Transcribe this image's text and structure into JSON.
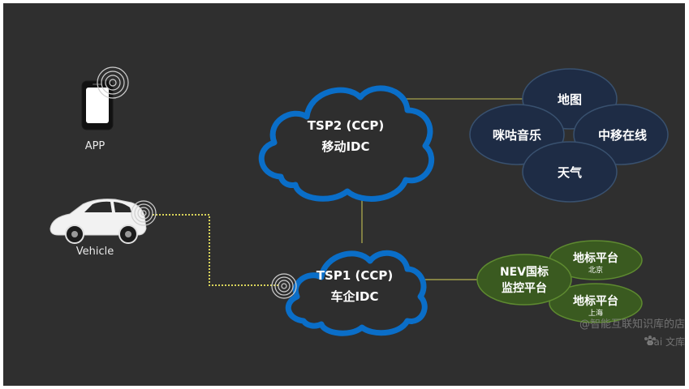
{
  "devices": {
    "app_label": "APP",
    "vehicle_label": "Vehicle"
  },
  "clouds": {
    "tsp2": {
      "line1": "TSP2 (CCP)",
      "line2": "移动IDC"
    },
    "tsp1": {
      "line1": "TSP1 (CCP)",
      "line2": "车企IDC"
    }
  },
  "services_blue": {
    "map": "地图",
    "migu_music": "咪咕音乐",
    "cmcc_online": "中移在线",
    "weather": "天气"
  },
  "services_green": {
    "nev_line1": "NEV国标",
    "nev_line2": "监控平台",
    "local_beijing_title": "地标平台",
    "local_beijing_sub": "北京",
    "local_shanghai_title": "地标平台",
    "local_shanghai_sub": "上海"
  },
  "watermark": {
    "line1": "@智能互联知识库的店",
    "line2": "Bai 文库"
  },
  "colors": {
    "background": "#2f2f2f",
    "cloud_stroke": "#0a6ec8",
    "cloud_fill": "#2e2e2e",
    "blue_ellipse_fill": "#1e2c45",
    "blue_ellipse_stroke": "#39516f",
    "green_ellipse_fill": "#3a5a20",
    "green_ellipse_stroke": "#5e8a30",
    "connector_yellow": "#d9d45a"
  }
}
